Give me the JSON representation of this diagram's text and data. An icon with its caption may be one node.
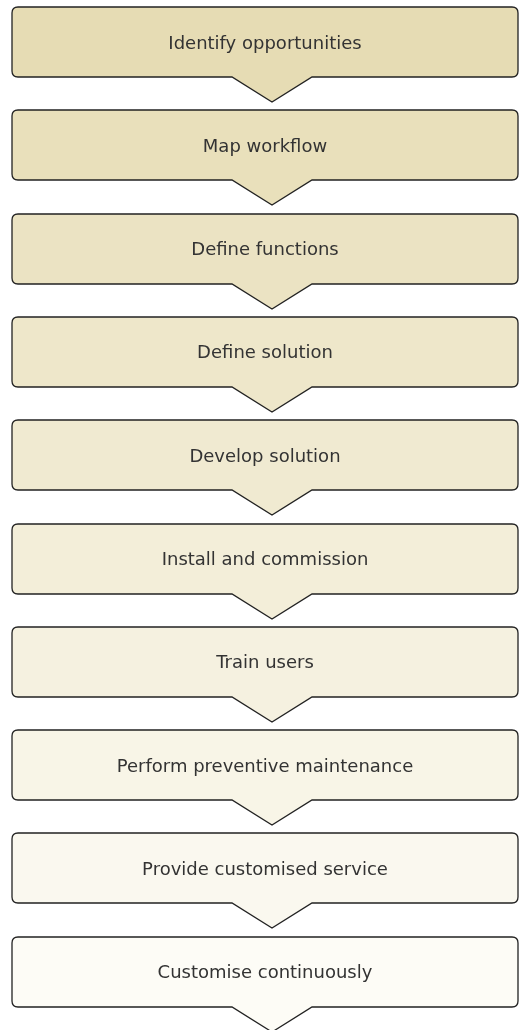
{
  "diagram": {
    "nodes": [
      {
        "text": [
          "Identify opportunities"
        ]
      },
      {
        "text": [
          "Map workflow"
        ]
      },
      {
        "text": [
          "Define functions"
        ]
      },
      {
        "text": [
          "Define solution"
        ]
      },
      {
        "text": [
          "Develop solution"
        ]
      },
      {
        "text": [
          "Install and commission"
        ]
      },
      {
        "text": [
          "Train users"
        ]
      },
      {
        "text": [
          "Perform preventive maintenance"
        ]
      },
      {
        "text": [
          "Provide customised service"
        ]
      },
      {
        "text": [
          "Customise continuously"
        ]
      }
    ]
  }
}
